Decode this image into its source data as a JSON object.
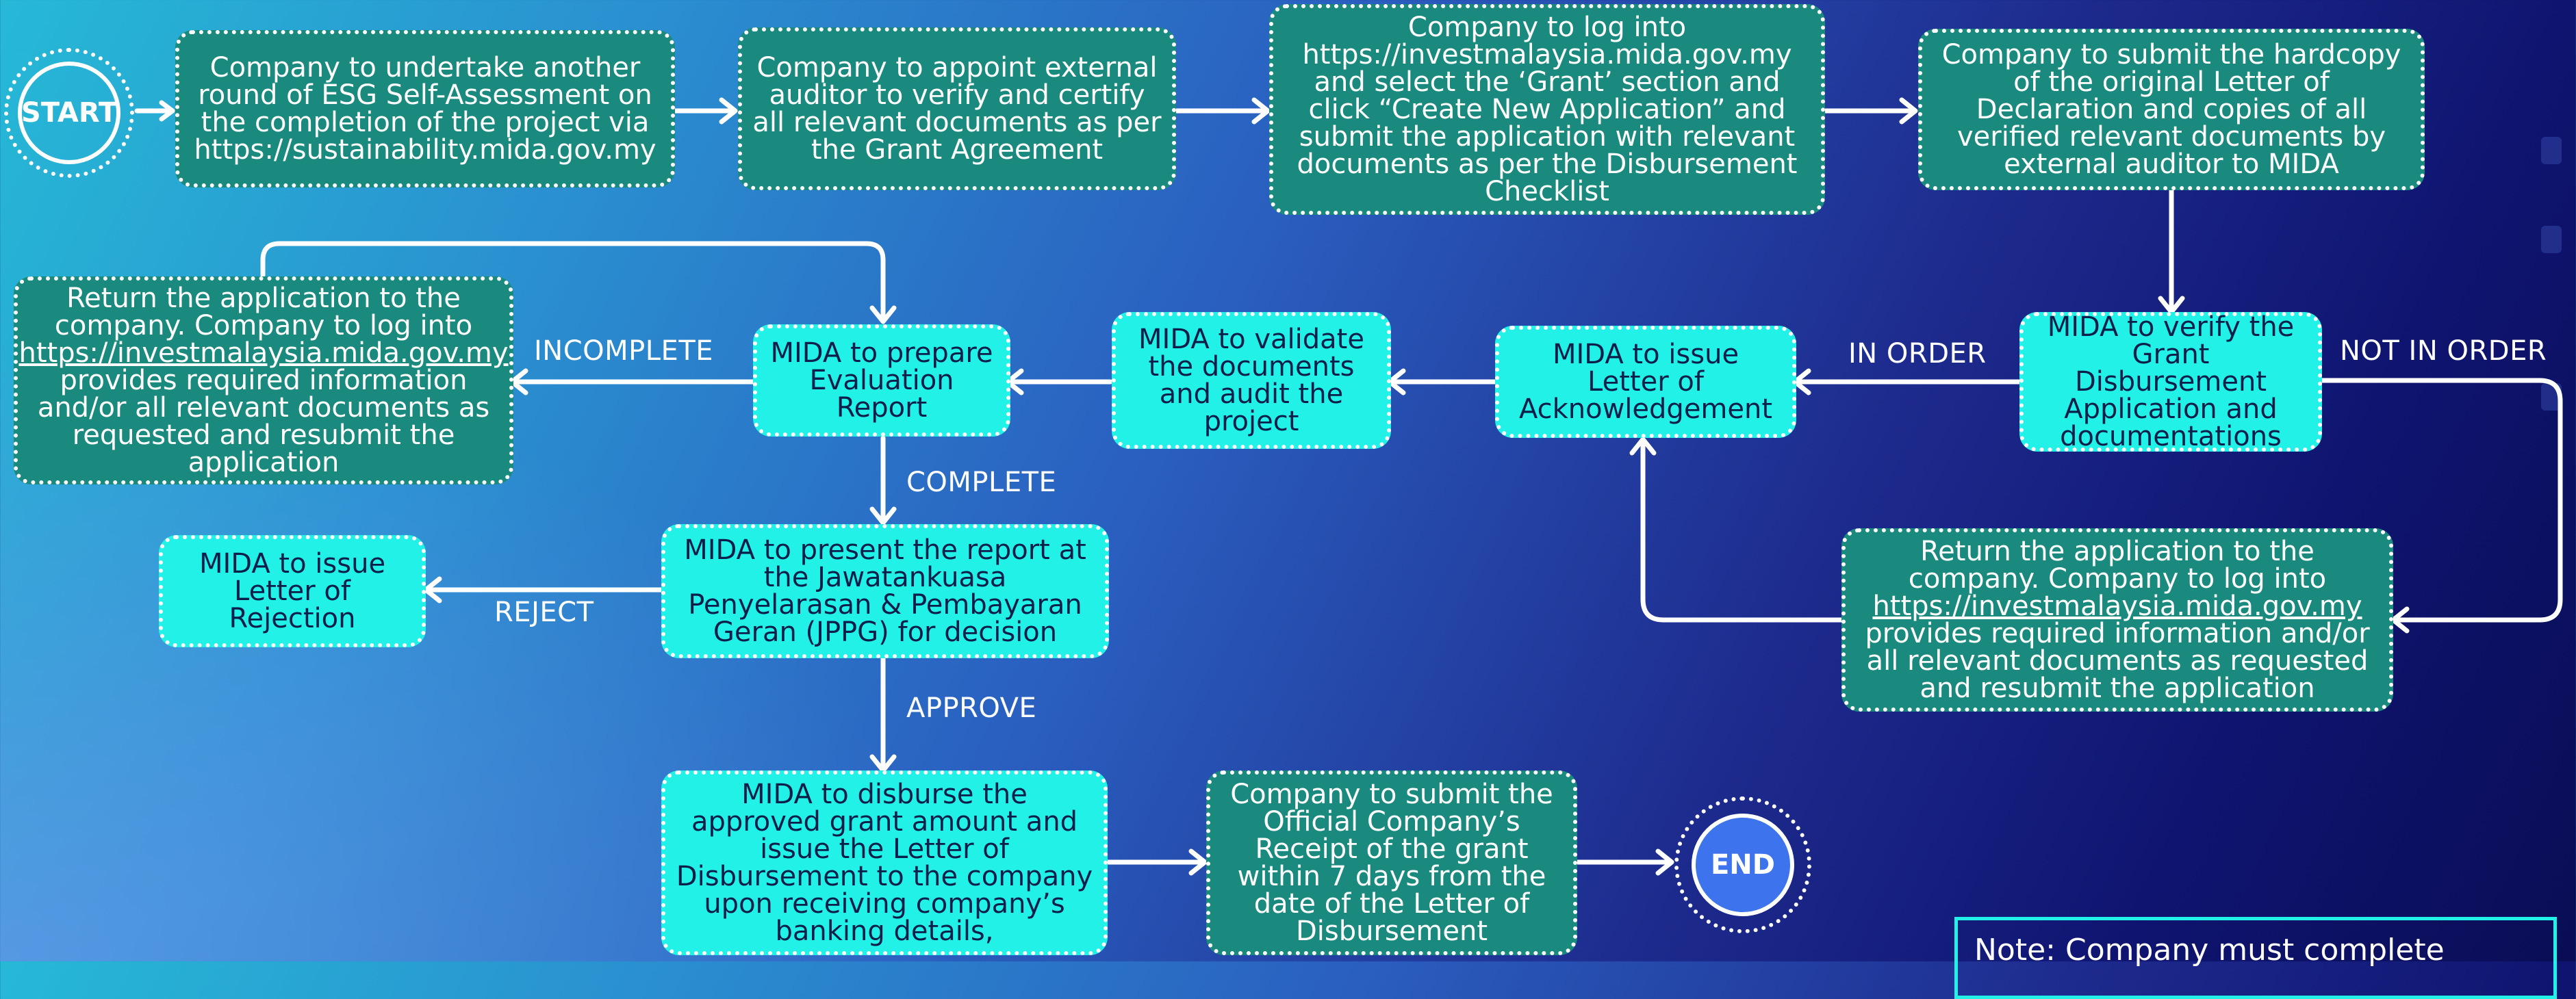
{
  "start_label": "START",
  "end_label": "END",
  "steps": {
    "s1": "Company to undertake another round of ESG Self-Assessment on the completion of the project via https://sustainability.mida.gov.my",
    "s2": "Company to appoint external auditor to verify and certify all relevant documents as per the Grant Agreement",
    "s3": "Company to log into https://investmalaysia.mida.gov.my and select the ‘Grant’ section and click “Create New Application” and submit the application with relevant documents as per the Disbursement Checklist",
    "s4": "Company to submit the hardcopy of the original Letter of Declaration and copies of all verified relevant documents by external auditor to MIDA",
    "s5": "MIDA to verify the Grant Disbursement Application and documentations",
    "s6": "MIDA to issue Letter of Acknowledgement",
    "s7": "MIDA to validate the documents and audit the project",
    "s8": "MIDA to prepare Evaluation Report",
    "s9_pre": "Return the application to the company. Company to log into ",
    "s9_link": "https://investmalaysia.mida.gov.my",
    "s9_post": " provides required information and/or all relevant documents as requested and resubmit the application",
    "s10": "MIDA to present the report at the Jawatankuasa Penyelarasan & Pembayaran Geran (JPPG) for decision",
    "s11": "MIDA to issue Letter of Rejection",
    "s12_pre": "Return the application to the company. Company to log into ",
    "s12_link": "https://investmalaysia.mida.gov.my",
    "s12_post": " provides required information and/or all relevant documents as requested and resubmit the application",
    "s13": "MIDA to disburse the approved grant amount and issue the Letter of Disbursement to the company upon receiving company’s banking details,",
    "s14": "Company to submit the Official Company’s Receipt of the grant within 7 days from the date of the Letter of Disbursement"
  },
  "labels": {
    "incomplete": "INCOMPLETE",
    "in_order": "IN ORDER",
    "not_in_order": "NOT IN ORDER",
    "complete": "COMPLETE",
    "reject": "REJECT",
    "approve": "APPROVE"
  },
  "note": "Note: Company must complete",
  "colors": {
    "dark_box": "#1b8a7e",
    "light_box": "#21f1e6",
    "arrow": "#ffffff"
  }
}
